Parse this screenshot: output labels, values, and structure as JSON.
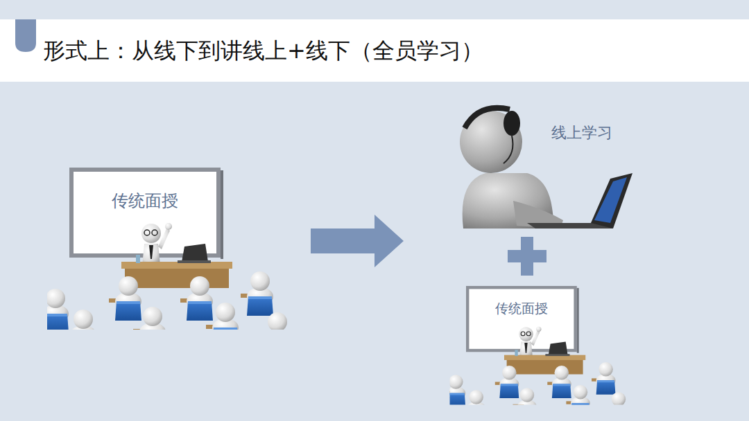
{
  "diagram": {
    "title": "形式上：从线下到讲线上+线下（全员学习）",
    "nodes": [
      {
        "text": [
          "传统面授"
        ]
      },
      {
        "text": [
          "传统面授"
        ]
      }
    ],
    "labels": [
      "线上学习"
    ]
  }
}
